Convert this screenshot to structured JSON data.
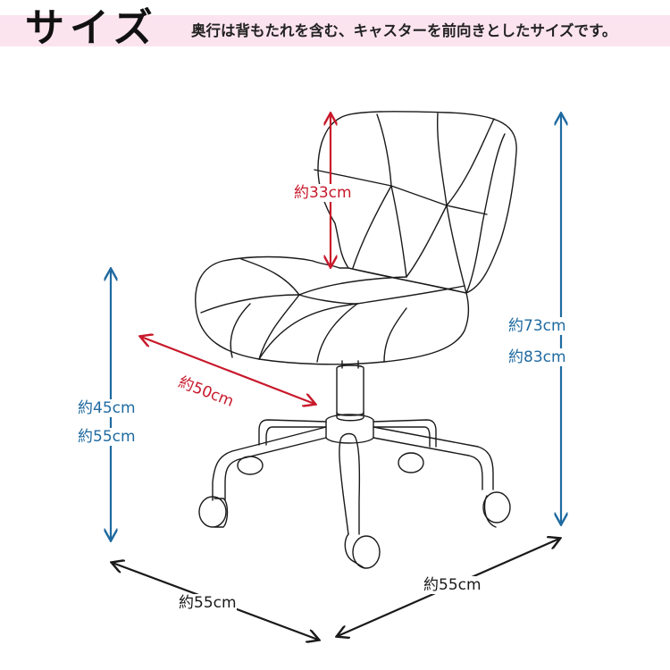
{
  "header": {
    "title": "サイズ",
    "subtitle": "奥行は背もたれを含む、キャスターを前向きとしたサイズです。",
    "band_color": "#fce4ef"
  },
  "colors": {
    "red_dimension": "#c8192b",
    "blue_dimension": "#1f6aa0",
    "black_dimension": "#1a1a1a",
    "line_art": "#1a1a1a"
  },
  "dimensions": {
    "backrest_height": "約33cm",
    "seat_depth": "約50cm",
    "seat_height_min": "約45cm",
    "seat_height_max": "約55cm",
    "total_height_min": "約73cm",
    "total_height_max": "約83cm",
    "base_width": "約55cm",
    "base_depth": "約55cm"
  },
  "illustration": {
    "subject": "office-chair-line-drawing",
    "casters": 5
  }
}
